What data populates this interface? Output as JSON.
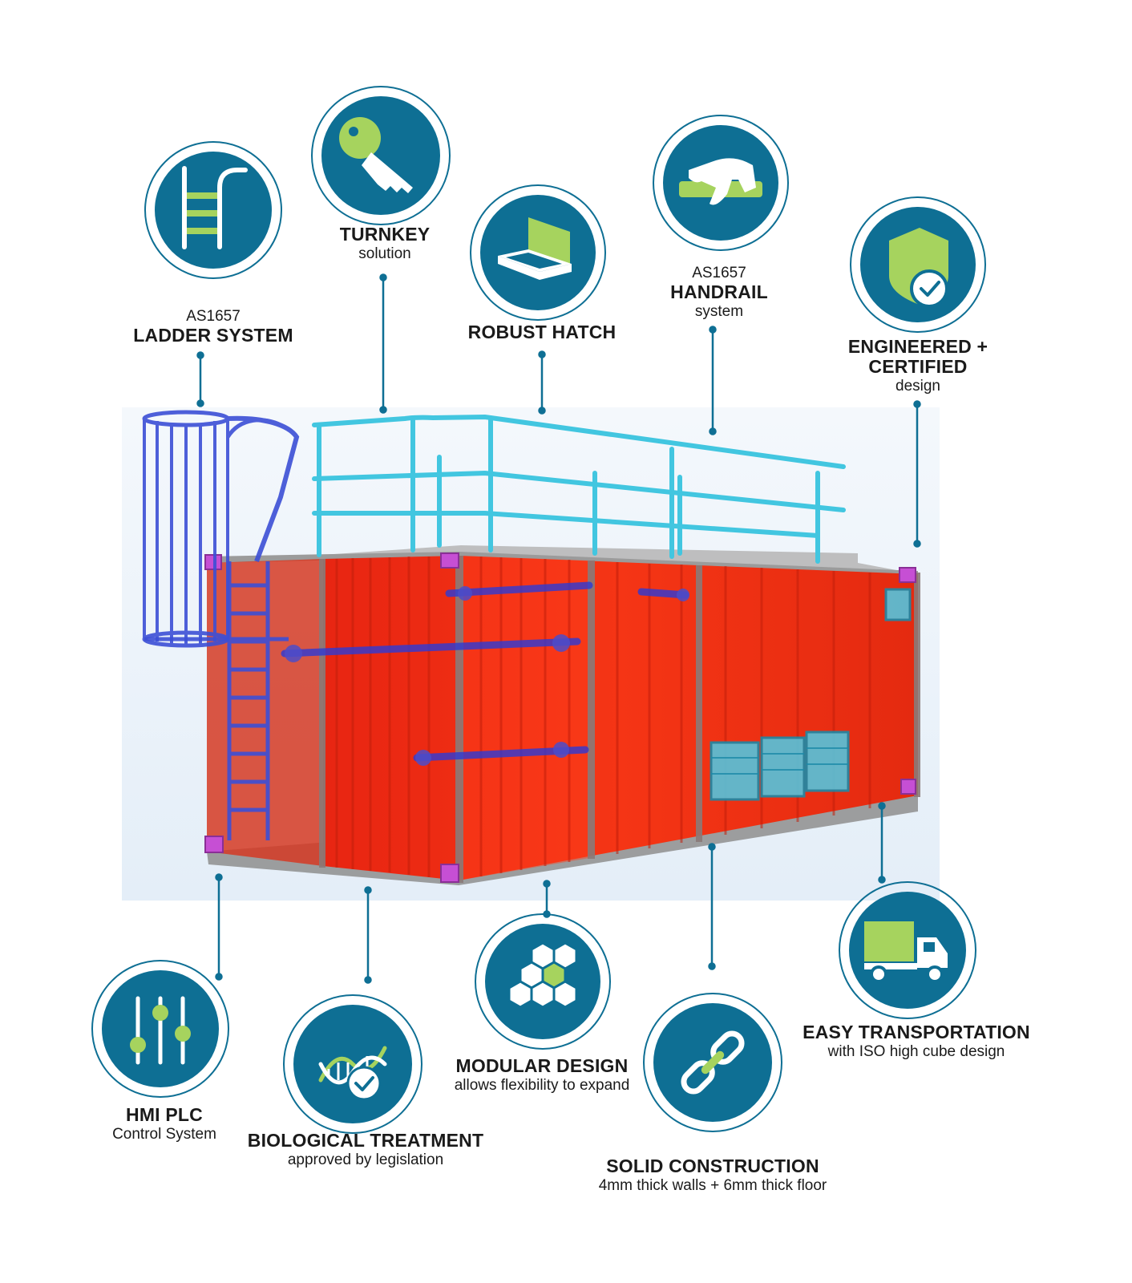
{
  "features": {
    "ladder": {
      "prefix": "AS1657",
      "title": "LADDER SYSTEM",
      "icon": "ladder-icon"
    },
    "turnkey": {
      "title": "TURNKEY",
      "subtitle": "solution",
      "icon": "key-icon"
    },
    "hatch": {
      "title": "ROBUST HATCH",
      "icon": "hatch-box-icon"
    },
    "handrail": {
      "prefix": "AS1657",
      "title": "HANDRAIL",
      "subtitle": "system",
      "icon": "hand-rail-icon"
    },
    "engineered": {
      "title_line1": "ENGINEERED +",
      "title_line2": "CERTIFIED",
      "subtitle": "design",
      "icon": "shield-check-icon"
    },
    "hmi": {
      "title": "HMI PLC",
      "subtitle": "Control System",
      "icon": "sliders-icon"
    },
    "biological": {
      "title": "BIOLOGICAL TREATMENT",
      "subtitle": "approved by legislation",
      "icon": "dna-check-icon"
    },
    "modular": {
      "title": "MODULAR DESIGN",
      "subtitle": "allows flexibility to expand",
      "icon": "hexagon-modules-icon"
    },
    "solid": {
      "title": "SOLID CONSTRUCTION",
      "subtitle": "4mm thick walls + 6mm thick floor",
      "icon": "chain-link-icon"
    },
    "transport": {
      "title": "EASY TRANSPORTATION",
      "subtitle": "with ISO high cube design",
      "icon": "truck-icon"
    }
  },
  "colors": {
    "icon_fill": "#0e6f94",
    "accent_green": "#a6d35e",
    "ring": "#0e6f94",
    "connector": "#0e6f94",
    "container_red": "#f12b10",
    "handrail_cyan": "#42c6e0",
    "ladder_blue": "#3c4fd6",
    "corner_magenta": "#c64fd4"
  }
}
